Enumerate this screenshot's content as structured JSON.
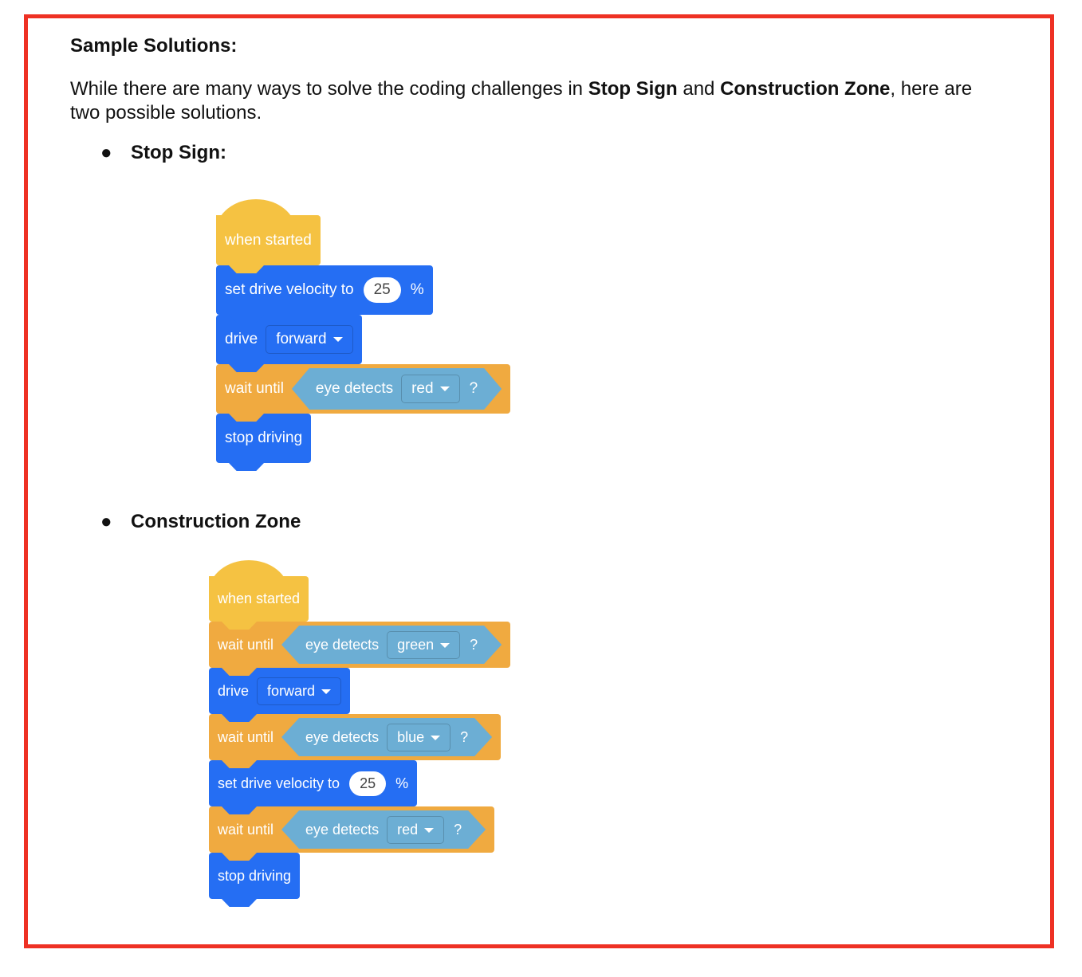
{
  "heading": "Sample Solutions:",
  "intro": {
    "part1": "While there are many ways to solve the coding challenges in ",
    "bold1": "Stop Sign",
    "part2": " and ",
    "bold2": "Construction Zone",
    "part3": ", here are two possible solutions."
  },
  "colors": {
    "frame": "#ee3124",
    "event": "#f5c242",
    "drivetrain": "#256ef3",
    "control": "#f0aa40",
    "sensing": "#6caed4"
  },
  "sections": [
    {
      "title": "Stop Sign:",
      "blocks": [
        {
          "type": "hat",
          "color": "y",
          "text": "when started"
        },
        {
          "type": "velocity",
          "color": "b",
          "text": "set drive velocity to",
          "value": "25",
          "unit": "%"
        },
        {
          "type": "drive",
          "color": "b",
          "text": "drive",
          "option": "forward"
        },
        {
          "type": "wait",
          "color": "o",
          "text": "wait until",
          "sensor": "eye detects",
          "option": "red",
          "q": "?"
        },
        {
          "type": "plain",
          "color": "b",
          "text": "stop driving"
        }
      ]
    },
    {
      "title": "Construction Zone",
      "blocks": [
        {
          "type": "hat",
          "color": "y",
          "text": "when started"
        },
        {
          "type": "wait",
          "color": "o",
          "text": "wait until",
          "sensor": "eye detects",
          "option": "green",
          "q": "?"
        },
        {
          "type": "drive",
          "color": "b",
          "text": "drive",
          "option": "forward"
        },
        {
          "type": "wait",
          "color": "o",
          "text": "wait until",
          "sensor": "eye detects",
          "option": "blue",
          "q": "?"
        },
        {
          "type": "velocity",
          "color": "b",
          "text": "set drive velocity to",
          "value": "25",
          "unit": "%"
        },
        {
          "type": "wait",
          "color": "o",
          "text": "wait until",
          "sensor": "eye detects",
          "option": "red",
          "q": "?"
        },
        {
          "type": "plain",
          "color": "b",
          "text": "stop driving"
        }
      ]
    }
  ]
}
